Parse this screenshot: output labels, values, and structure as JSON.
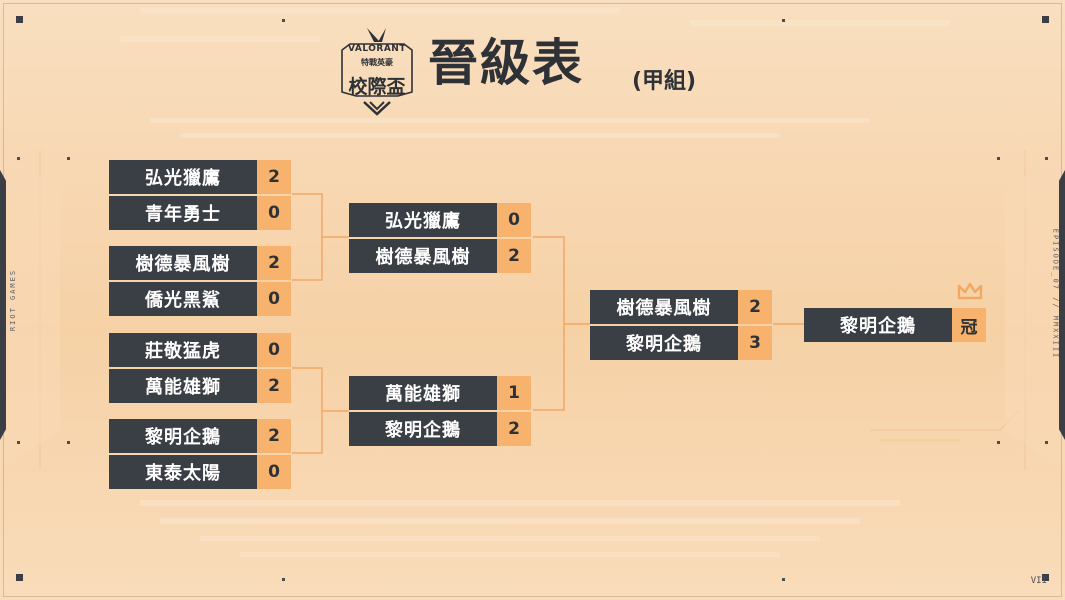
{
  "title": {
    "logo_brand": "VALORANT",
    "logo_sub": "特戰英豪",
    "logo_big": "校際盃",
    "main": "晉級表",
    "group": "(甲組)"
  },
  "side_text": {
    "left": "RIOT GAMES",
    "right": "EPISODE_07 // MMXXIII"
  },
  "corner_label": "VII",
  "bracket": {
    "round1": [
      {
        "team1": "弘光獵鷹",
        "score1": "2",
        "team2": "青年勇士",
        "score2": "0"
      },
      {
        "team1": "樹德暴風樹",
        "score1": "2",
        "team2": "僑光黑鯊",
        "score2": "0"
      },
      {
        "team1": "莊敬猛虎",
        "score1": "0",
        "team2": "萬能雄獅",
        "score2": "2"
      },
      {
        "team1": "黎明企鵝",
        "score1": "2",
        "team2": "東泰太陽",
        "score2": "0"
      }
    ],
    "round2": [
      {
        "team1": "弘光獵鷹",
        "score1": "0",
        "team2": "樹德暴風樹",
        "score2": "2"
      },
      {
        "team1": "萬能雄獅",
        "score1": "1",
        "team2": "黎明企鵝",
        "score2": "2"
      }
    ],
    "final": {
      "team1": "樹德暴風樹",
      "score1": "2",
      "team2": "黎明企鵝",
      "score2": "3"
    },
    "champion": {
      "team": "黎明企鵝",
      "badge": "冠"
    }
  },
  "colors": {
    "slot_dark": "#3a3f45",
    "score_orange": "#f7b26e",
    "connector": "#f2a865",
    "background": "#f6d5ad"
  },
  "icons": [
    "valorant-logo-icon",
    "crown-icon"
  ]
}
